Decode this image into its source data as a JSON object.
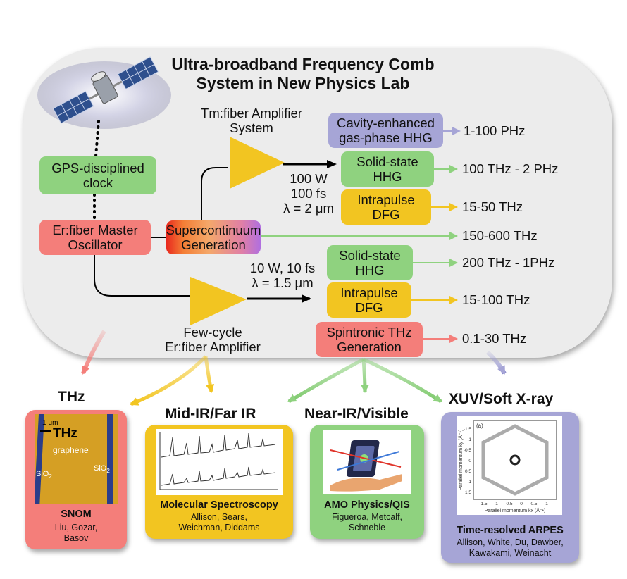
{
  "header": {
    "title_line1": "Ultra-broadband Frequency Comb",
    "title_line2": "System in New Physics Lab"
  },
  "boxes": {
    "gps_line1": "GPS-disciplined",
    "gps_line2": "clock",
    "master_line1": "Er:fiber Master",
    "master_line2": "Oscillator",
    "supercontinuum_line1": "Supercontinuum",
    "supercontinuum_line2": "Generation",
    "cavity_line1": "Cavity-enhanced",
    "cavity_line2": "gas-phase HHG",
    "solid_hhg_line1": "Solid-state",
    "solid_hhg_line2": "HHG",
    "dfg_line1": "Intrapulse",
    "dfg_line2": "DFG",
    "spintronic_line1": "Spintronic THz",
    "spintronic_line2": "Generation"
  },
  "labels": {
    "tm_amp_line1": "Tm:fiber Amplifier",
    "tm_amp_line2": "System",
    "tm_params_line1": "100 W",
    "tm_params_line2": "100 fs",
    "tm_params_line3": "λ = 2 μm",
    "er_params_line1": "10 W, 10 fs",
    "er_params_line2": "λ = 1.5 μm",
    "er_amp_line1": "Few-cycle",
    "er_amp_line2": "Er:fiber Amplifier"
  },
  "frequencies": {
    "cavity": "1-100 PHz",
    "solid_tm": "100 THz - 2 PHz",
    "dfg_tm": "15-50 THz",
    "supercontinuum": "150-600 THz",
    "solid_er": "200 THz - 1PHz",
    "dfg_er": "15-100 THz",
    "spintronic": "0.1-30 THz"
  },
  "categories": {
    "thz": "THz",
    "midir": "Mid-IR/Far IR",
    "nearir": "Near-IR/Visible",
    "xuv": "XUV/Soft X-ray"
  },
  "cards": {
    "snom": {
      "title": "SNOM",
      "names_line1": "Liu, Gozar,",
      "names_line2": "Basov",
      "img_scale": "1 μm",
      "img_thz": "THz",
      "img_graphene": "graphene",
      "img_sio2_left": "SiO",
      "img_sio2_right": "SiO",
      "img_sub": "2"
    },
    "molecular": {
      "title": "Molecular Spectroscopy",
      "names_line1": "Allison, Sears,",
      "names_line2": "Weichman, Diddams"
    },
    "amo": {
      "title": "AMO Physics/QIS",
      "names_line1": "Figueroa, Metcalf,",
      "names_line2": "Schneble"
    },
    "arpes": {
      "title": "Time-resolved ARPES",
      "names_line1": "Allison, White, Du, Dawber,",
      "names_line2": "Kawakami, Weinacht",
      "img_panel": "(a)",
      "img_xlabel": "Parallel momentum kx (Å⁻¹)",
      "img_ylabel": "Parallel momentum ky (Å⁻¹)",
      "img_xticks": [
        "-1.5",
        "-1",
        "-0.5",
        "0",
        "0.5",
        "1"
      ],
      "img_yticks": [
        "-1.5",
        "-1",
        "-0.5",
        "0",
        "0.5",
        "1",
        "1.5"
      ]
    }
  },
  "colors": {
    "panel": "#ececec",
    "green": "#8fd27f",
    "yellow": "#f2c521",
    "salmon": "#f47e7a",
    "lavender": "#a6a5d6",
    "amp_triangle": "#f2c521"
  },
  "icons": [
    "satellite-icon",
    "amplifier-triangle-icon"
  ]
}
